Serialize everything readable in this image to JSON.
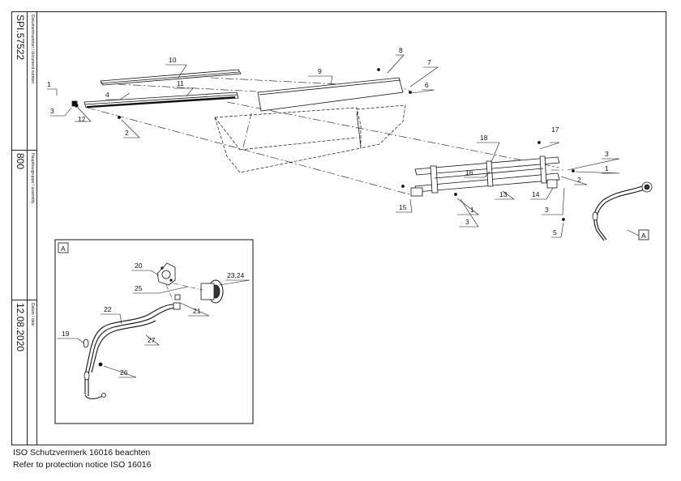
{
  "title_block": {
    "document_number_label": "Dokumentnummer / document number",
    "document_number": "SPI.57522",
    "main_group_label": "Hauptbaugruppe / assembly",
    "main_group": "800",
    "date_label": "Datum / date",
    "date": "12.08.2020"
  },
  "callouts": {
    "c1a": "1",
    "c2a": "2",
    "c3a": "3",
    "c4": "4",
    "c6": "6",
    "c7": "7",
    "c8": "8",
    "c9": "9",
    "c10": "10",
    "c11": "11",
    "c12": "12",
    "c13": "13",
    "c14": "14",
    "c15": "15",
    "c16": "16",
    "c17": "17",
    "c18": "18",
    "c3b": "3",
    "c1b": "1",
    "c2b": "2",
    "c1c": "1",
    "c3c": "3",
    "c3d": "3",
    "c5": "5",
    "view_ref": "A"
  },
  "detail": {
    "label": "A",
    "callouts": {
      "c19": "19",
      "c20": "20",
      "c21": "21",
      "c22": "22",
      "c23_24": "23,24",
      "c25": "25",
      "c26": "26",
      "c27": "27"
    }
  },
  "footer": {
    "line1": "ISO Schutzvermerk 16016 beachten",
    "line2": "Refer to protection notice ISO 16016"
  }
}
